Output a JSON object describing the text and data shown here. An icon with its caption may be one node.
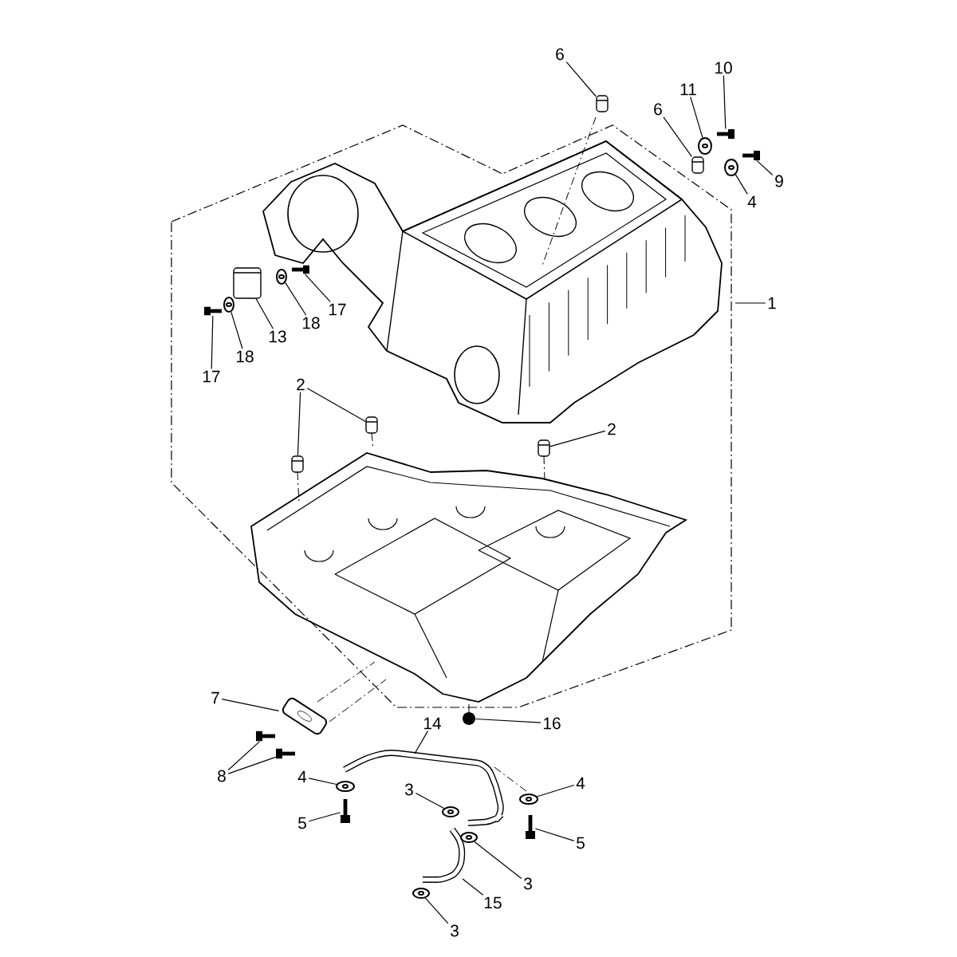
{
  "diagram": {
    "nodes": [
      {
        "text": [
          "6"
        ]
      },
      {
        "text": [],
        "shape": "cylinder"
      },
      {
        "text": [
          "10"
        ]
      },
      {
        "text": [],
        "shape": "bolt"
      },
      {
        "text": [
          "11"
        ]
      },
      {
        "text": [],
        "shape": "ring"
      },
      {
        "text": [
          "6"
        ]
      },
      {
        "text": [],
        "shape": "cylinder"
      },
      {
        "text": [
          "9"
        ]
      },
      {
        "text": [],
        "shape": "bolt"
      },
      {
        "text": [
          "4"
        ]
      },
      {
        "text": [],
        "shape": "ring"
      },
      {
        "text": [
          "1"
        ]
      },
      {
        "text": [],
        "shape": "cylinder"
      },
      {
        "text": [],
        "shape": "ring"
      },
      {
        "text": [],
        "shape": "bolt"
      },
      {
        "text": [],
        "shape": "bolt"
      },
      {
        "text": [],
        "shape": "ring"
      },
      {
        "text": [
          "13"
        ]
      },
      {
        "text": [
          "17"
        ]
      },
      {
        "text": [
          "18"
        ]
      },
      {
        "text": [
          "18"
        ]
      },
      {
        "text": [
          "17"
        ]
      },
      {
        "text": [
          "2"
        ]
      },
      {
        "text": [],
        "shape": "cylinder"
      },
      {
        "text": [
          "2"
        ]
      },
      {
        "text": [],
        "shape": "cylinder"
      },
      {
        "text": [],
        "shape": "cylinder"
      },
      {
        "text": [
          "7"
        ]
      },
      {
        "text": [],
        "shape": "bracket"
      },
      {
        "text": [],
        "shape": "nut"
      },
      {
        "text": [
          "16"
        ]
      },
      {
        "text": [
          "14"
        ]
      },
      {
        "text": [],
        "shape": "bolt"
      },
      {
        "text": [],
        "shape": "bolt"
      },
      {
        "text": [
          "8"
        ]
      },
      {
        "text": [
          "4"
        ]
      },
      {
        "text": [],
        "shape": "ring"
      },
      {
        "text": [
          "4"
        ]
      },
      {
        "text": [],
        "shape": "ring"
      },
      {
        "text": [
          "3"
        ]
      },
      {
        "text": [],
        "shape": "ring"
      },
      {
        "text": [],
        "shape": "bolt"
      },
      {
        "text": [
          "5"
        ]
      },
      {
        "text": [],
        "shape": "bolt"
      },
      {
        "text": [
          "5"
        ]
      },
      {
        "text": [],
        "shape": "ring"
      },
      {
        "text": [
          "3"
        ]
      },
      {
        "text": [],
        "shape": "ring"
      },
      {
        "text": [
          "15"
        ]
      },
      {
        "text": [
          "3"
        ]
      }
    ],
    "edges": [
      {
        "from": 0,
        "to": 1,
        "arrow": "none"
      },
      {
        "from": 2,
        "to": 3,
        "arrow": "none"
      },
      {
        "from": 4,
        "to": 5,
        "arrow": "none"
      },
      {
        "from": 6,
        "to": 7,
        "arrow": "none"
      },
      {
        "from": 8,
        "to": 9,
        "arrow": "none"
      },
      {
        "from": 10,
        "to": 11,
        "arrow": "none"
      },
      {
        "from": 12,
        "to": null,
        "arrow": "none"
      },
      {
        "from": 18,
        "to": 13,
        "arrow": "none"
      },
      {
        "from": 20,
        "to": 14,
        "arrow": "none"
      },
      {
        "from": 19,
        "to": 15,
        "arrow": "none"
      },
      {
        "from": 22,
        "to": 16,
        "arrow": "none"
      },
      {
        "from": 21,
        "to": 17,
        "arrow": "none"
      },
      {
        "from": 23,
        "to": 24,
        "arrow": "none"
      },
      {
        "from": 23,
        "to": 27,
        "arrow": "none"
      },
      {
        "from": 25,
        "to": 26,
        "arrow": "none"
      },
      {
        "from": 28,
        "to": 29,
        "arrow": "none"
      },
      {
        "from": 31,
        "to": 30,
        "arrow": "none"
      },
      {
        "from": 32,
        "to": null,
        "arrow": "none"
      },
      {
        "from": 35,
        "to": 33,
        "arrow": "none"
      },
      {
        "from": 35,
        "to": 34,
        "arrow": "none"
      },
      {
        "from": 36,
        "to": 37,
        "arrow": "none"
      },
      {
        "from": 38,
        "to": 39,
        "arrow": "none"
      },
      {
        "from": 40,
        "to": 41,
        "arrow": "none"
      },
      {
        "from": 43,
        "to": 42,
        "arrow": "none"
      },
      {
        "from": 45,
        "to": 44,
        "arrow": "none"
      },
      {
        "from": 47,
        "to": 46,
        "arrow": "none"
      },
      {
        "from": 49,
        "to": null,
        "arrow": "none"
      },
      {
        "from": 50,
        "to": 48,
        "arrow": "none"
      }
    ]
  }
}
